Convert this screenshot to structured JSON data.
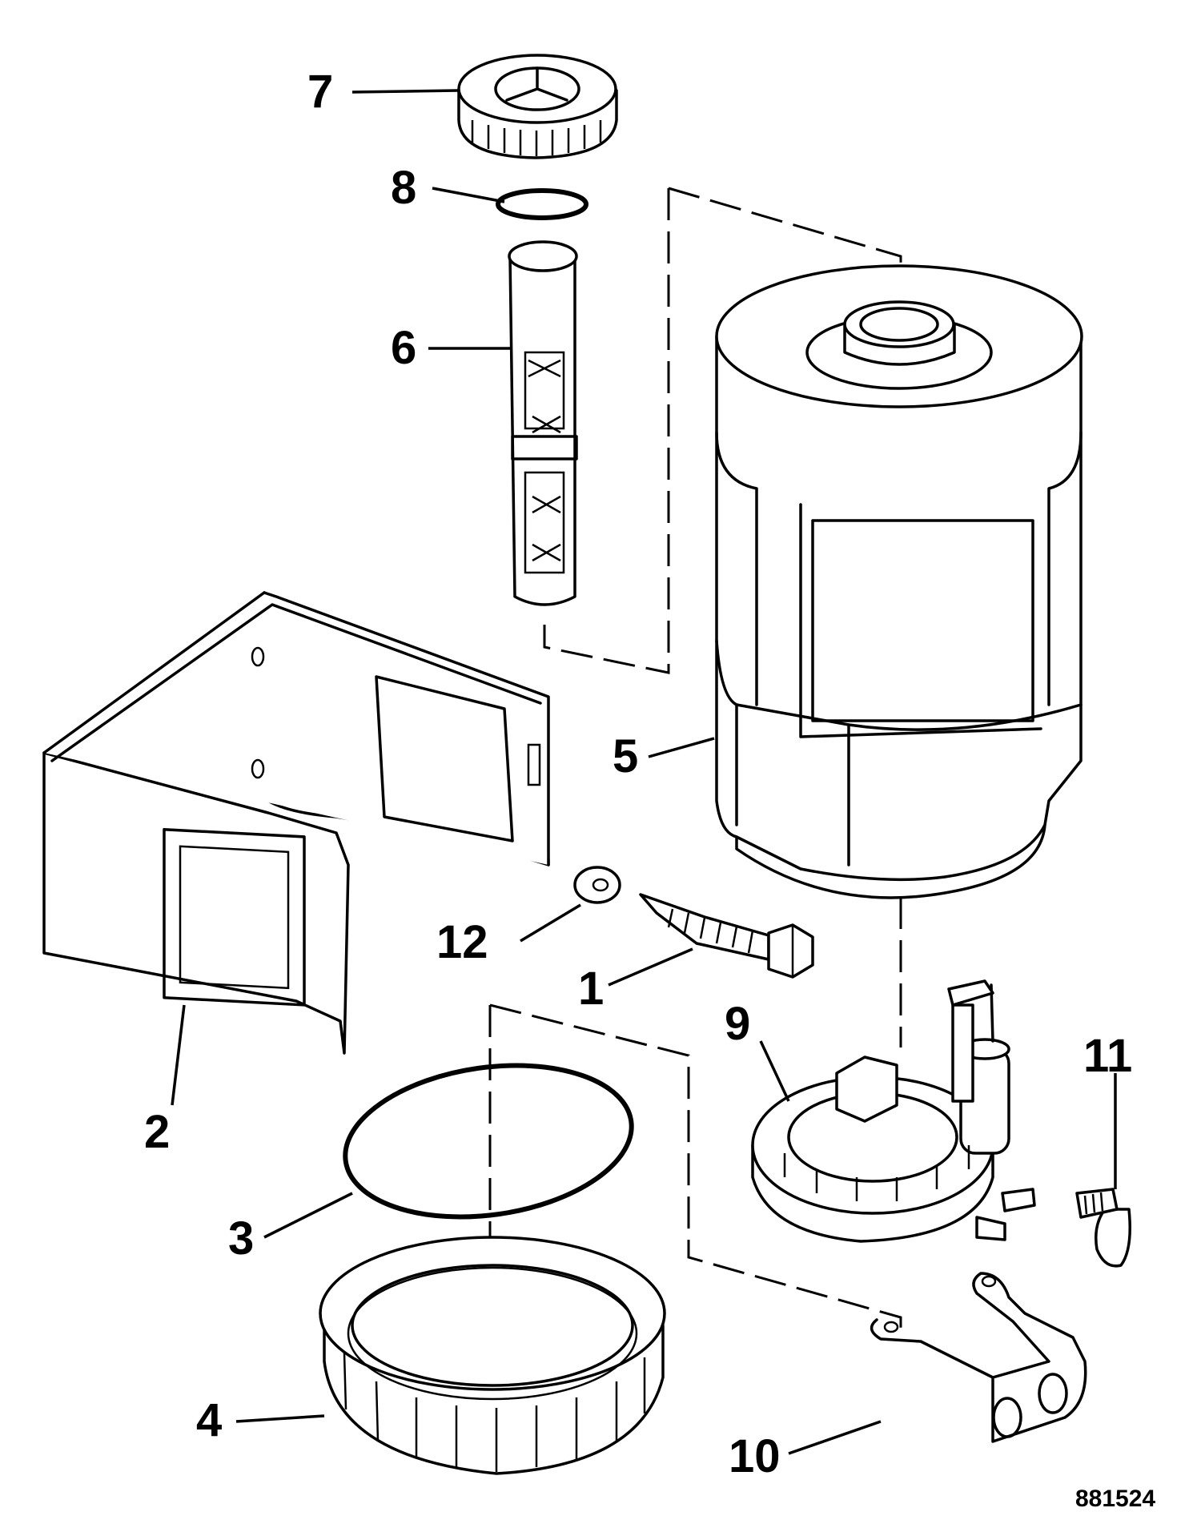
{
  "parts": [
    {
      "number": "1",
      "icon": "lag-screw-icon"
    },
    {
      "number": "2",
      "icon": "mounting-bracket-icon"
    },
    {
      "number": "3",
      "icon": "o-ring-icon"
    },
    {
      "number": "4",
      "icon": "retaining-ring-icon"
    },
    {
      "number": "5",
      "icon": "oil-tank-icon"
    },
    {
      "number": "6",
      "icon": "filter-screen-icon"
    },
    {
      "number": "7",
      "icon": "filler-cap-icon"
    },
    {
      "number": "8",
      "icon": "seal-ring-icon"
    },
    {
      "number": "9",
      "icon": "sender-pump-assembly-icon"
    },
    {
      "number": "10",
      "icon": "ground-strap-icon"
    },
    {
      "number": "11",
      "icon": "hose-clamp-icon"
    },
    {
      "number": "12",
      "icon": "washer-icon"
    }
  ],
  "figure_id": "881524"
}
